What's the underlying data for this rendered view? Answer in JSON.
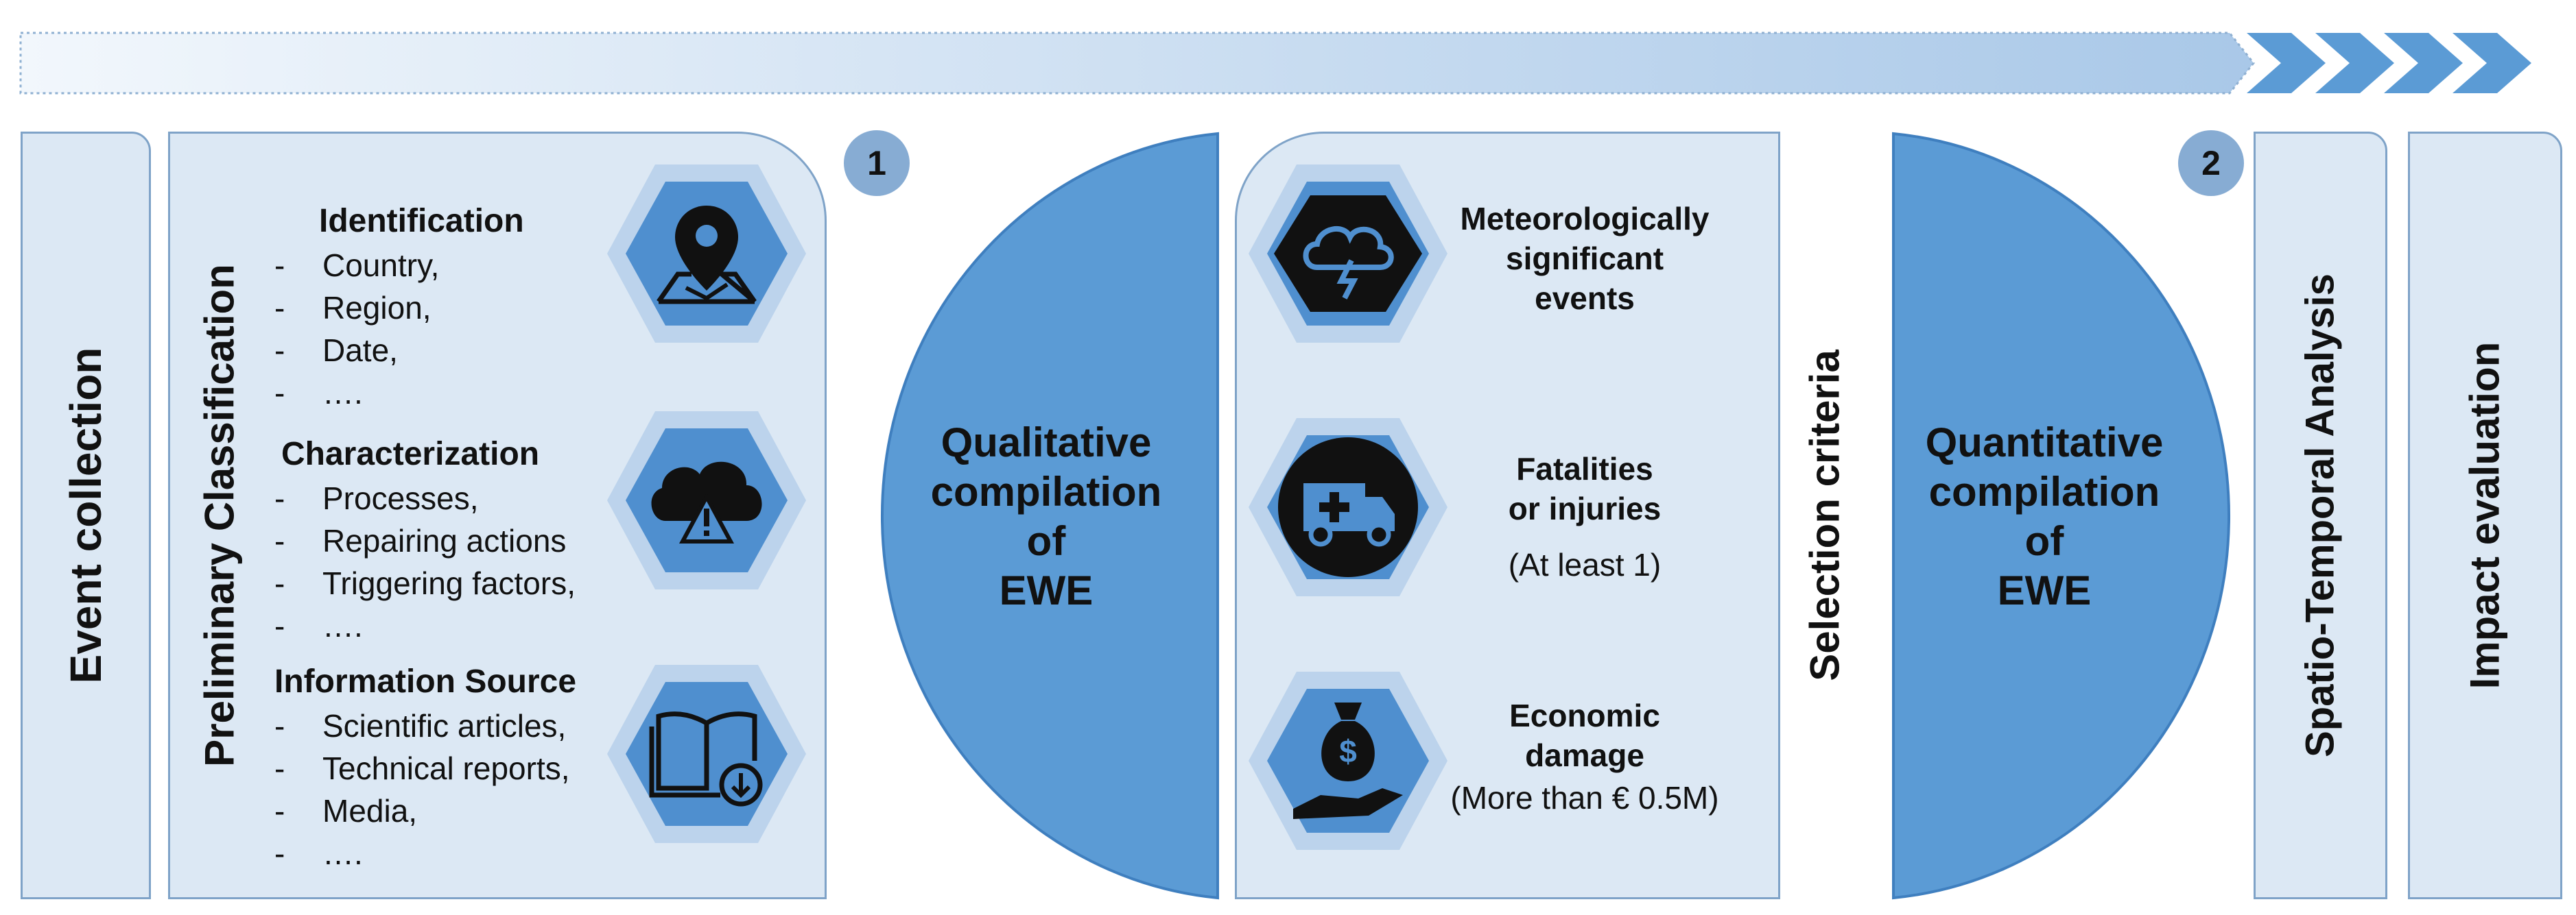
{
  "panels": {
    "event_collection": "Event collection",
    "preliminary_classification": "Preliminary Classification",
    "selection_criteria": "Selection criteria",
    "spatio_temporal": "Spatio-Temporal Analysis",
    "impact_evaluation": "Impact evaluation"
  },
  "classification": {
    "identification": {
      "heading": "Identification",
      "items": [
        "Country,",
        "Region,",
        "Date,",
        "…."
      ]
    },
    "characterization": {
      "heading": "Characterization",
      "items": [
        "Processes,",
        "Repairing actions",
        "Triggering factors,",
        "…."
      ]
    },
    "information_source": {
      "heading": "Information Source",
      "items": [
        "Scientific articles,",
        "Technical reports,",
        "Media,",
        "…."
      ]
    },
    "bullet_dash": "-"
  },
  "compilations": {
    "qualitative": [
      "Qualitative",
      "compilation",
      "of",
      "EWE"
    ],
    "quantitative": [
      "Quantitative",
      "compilation",
      "of",
      "EWE"
    ]
  },
  "criteria": {
    "meteorological": [
      "Meteorologically",
      "significant",
      "events"
    ],
    "fatalities": {
      "lines": [
        "Fatalities",
        "or injuries"
      ],
      "note": "(At least 1)"
    },
    "economic": {
      "lines": [
        "Economic",
        "damage"
      ],
      "note": "(More than € 0.5M)"
    }
  },
  "badges": {
    "first": "1",
    "second": "2"
  },
  "icons": [
    "map-pin-icon",
    "cloud-warning-icon",
    "book-download-icon",
    "storm-cloud-icon",
    "ambulance-icon",
    "money-bag-hand-icon"
  ],
  "colors": {
    "panel_fill": "#dce8f4",
    "panel_border": "#7fa3c8",
    "half_circle": "#5b9bd5",
    "hex_outer": "#bcd3ec",
    "hex_inner": "#4f8fcf",
    "icon_circle": "#111111",
    "badge": "#87acd3"
  }
}
